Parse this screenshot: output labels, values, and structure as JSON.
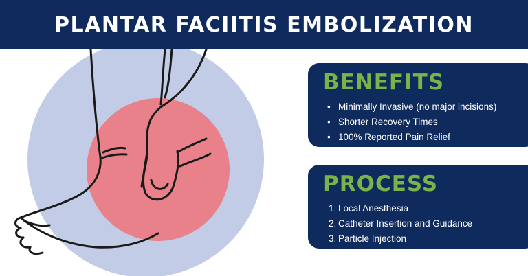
{
  "header": {
    "title": "PLANTAR FACIITIS EMBOLIZATION"
  },
  "benefits": {
    "title": "BENEFITS",
    "items": [
      "Minimally Invasive (no major incisions)",
      "Shorter Recovery Times",
      "100% Reported Pain Relief"
    ]
  },
  "process": {
    "title": "PROCESS",
    "items": [
      {
        "num": "1.",
        "text": "Local Anesthesia"
      },
      {
        "num": "2.",
        "text": "Catheter Insertion and Guidance"
      },
      {
        "num": "3.",
        "text": "Particle Injection"
      }
    ]
  },
  "colors": {
    "navy": "#0f2a5c",
    "green_heading": "#7bb24a",
    "circle_blue": "#c3cce6",
    "pain_red": "#f26c6f",
    "line": "#1a1a1a"
  },
  "icons": {
    "illustration": "foot-with-hand-icon"
  }
}
